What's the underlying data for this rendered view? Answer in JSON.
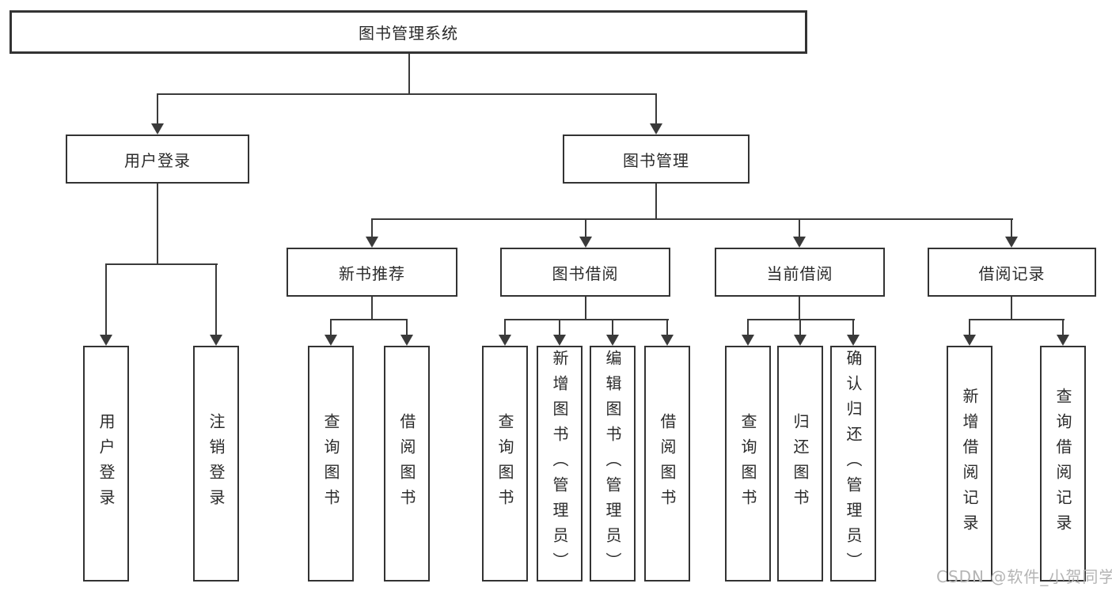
{
  "diagram": {
    "root": {
      "label": "图书管理系统"
    },
    "branches": [
      {
        "label": "用户登录",
        "children": [
          {
            "label": "用户登录"
          },
          {
            "label": "注销登录"
          }
        ]
      },
      {
        "label": "图书管理",
        "children": [
          {
            "label": "新书推荐",
            "children": [
              {
                "label": "查询图书"
              },
              {
                "label": "借阅图书"
              }
            ]
          },
          {
            "label": "图书借阅",
            "children": [
              {
                "label": "查询图书"
              },
              {
                "label": "新增图书（管理员）"
              },
              {
                "label": "编辑图书（管理员）"
              },
              {
                "label": "借阅图书"
              }
            ]
          },
          {
            "label": "当前借阅",
            "children": [
              {
                "label": "查询图书"
              },
              {
                "label": "归还图书"
              },
              {
                "label": "确认归还（管理员）"
              }
            ]
          },
          {
            "label": "借阅记录",
            "children": [
              {
                "label": "新增借阅记录"
              },
              {
                "label": "查询借阅记录"
              }
            ]
          }
        ]
      }
    ]
  },
  "watermark": {
    "text": "CSDN @软件_小贺同学"
  },
  "colors": {
    "line": "#3a3a3a",
    "box_border": "#333333",
    "background": "#ffffff",
    "watermark": "#b4b4b4"
  }
}
